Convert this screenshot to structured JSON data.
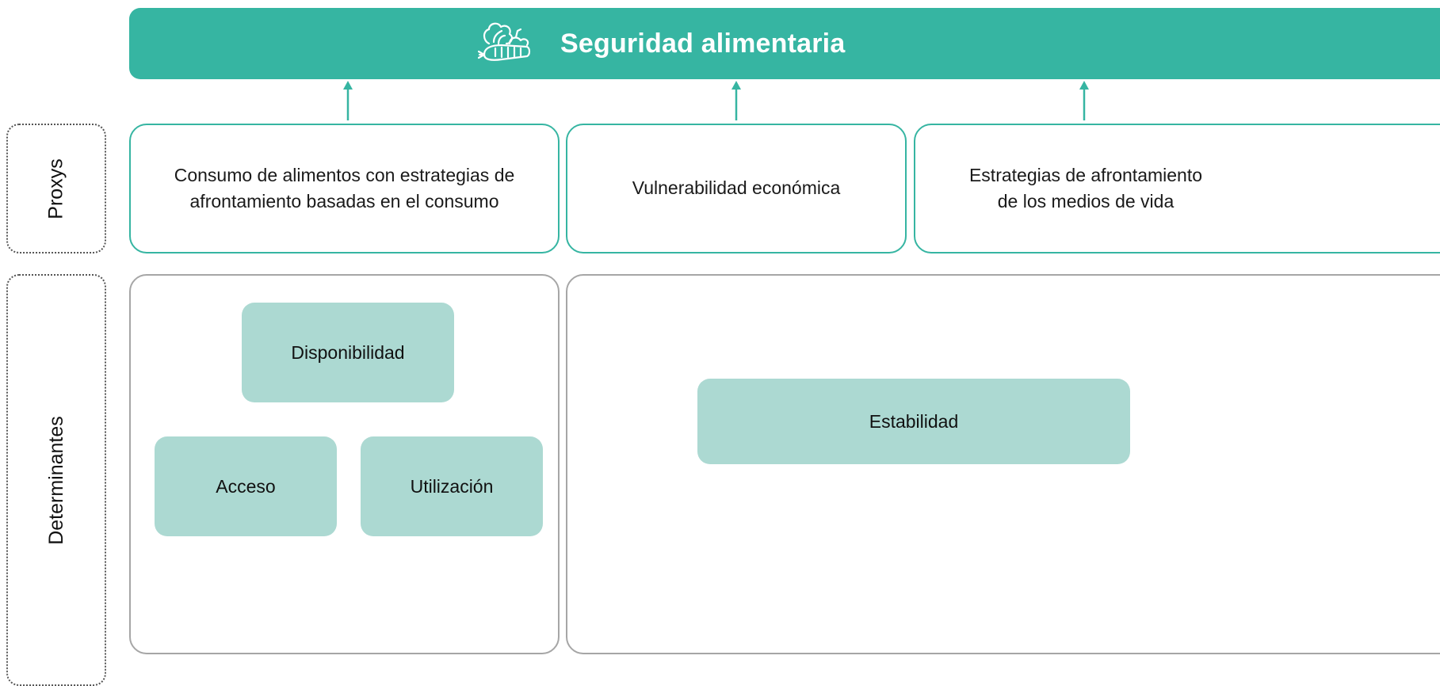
{
  "colors": {
    "accent": "#36b5a2",
    "tile": "#acd9d2",
    "det_border": "#a6a6a6"
  },
  "header": {
    "title": "Seguridad alimentaria",
    "icon": "vegetables-icon"
  },
  "side_labels": {
    "proxys": "Proxys",
    "determinantes": "Determinantes"
  },
  "proxies": [
    {
      "label": "Consumo de alimentos con estrategias de afrontamiento basadas en el consumo"
    },
    {
      "label": "Vulnerabilidad económica"
    },
    {
      "label": "Estrategias de afrontamiento de los medios de vida"
    }
  ],
  "determinants": {
    "left": {
      "disponibilidad": "Disponibilidad",
      "acceso": "Acceso",
      "utilizacion": "Utilización"
    },
    "right": {
      "estabilidad": "Estabilidad"
    }
  }
}
